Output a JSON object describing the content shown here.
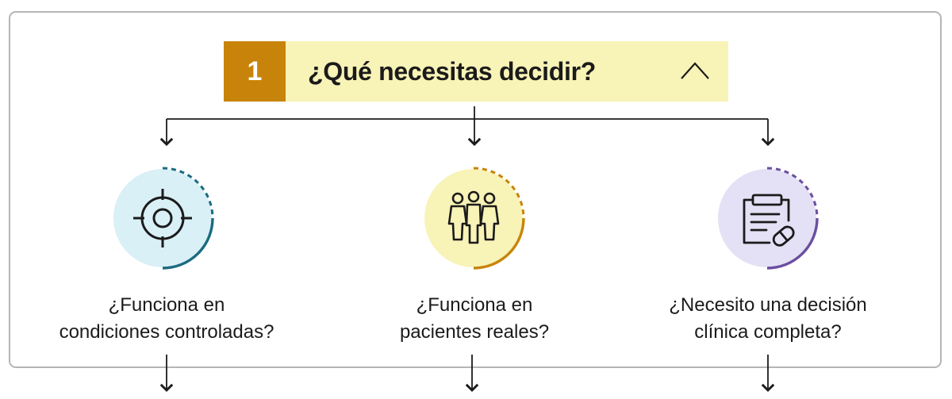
{
  "step": {
    "number": "1",
    "question": "¿Qué necesitas decidir?",
    "toggle_icon": "chevron-up-icon",
    "accent_color": "#c8840a",
    "background_color": "#f8f3b6"
  },
  "options": [
    {
      "icon": "target-crosshair-icon",
      "label_line1": "¿Funciona en",
      "label_line2": "condiciones controladas?",
      "circle_color": "#d8f0f6",
      "ring_color": "#1b6b7f"
    },
    {
      "icon": "group-of-people-icon",
      "label_line1": "¿Funciona en",
      "label_line2": "pacientes reales?",
      "circle_color": "#f8f3b6",
      "ring_color": "#c8840a"
    },
    {
      "icon": "clipboard-pill-icon",
      "label_line1": "¿Necesito una decisión",
      "label_line2": "clínica completa?",
      "circle_color": "#e4e0f5",
      "ring_color": "#6b4fa0"
    }
  ]
}
